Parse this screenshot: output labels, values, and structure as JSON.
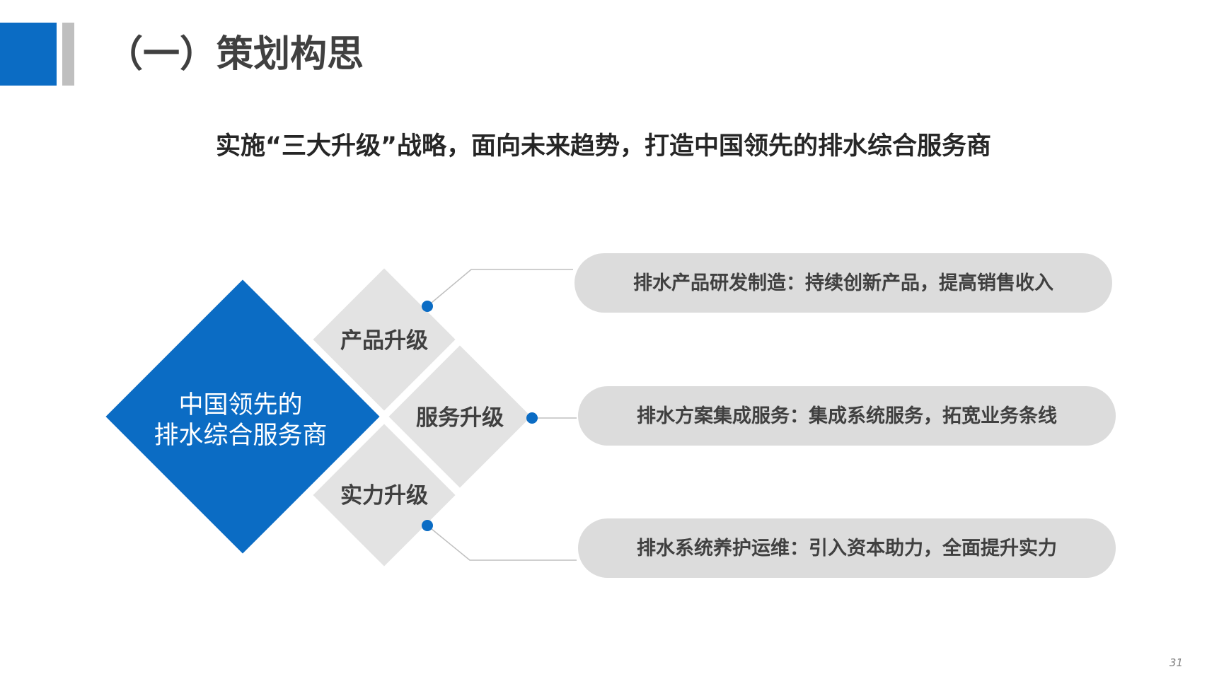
{
  "header": {
    "title": "（一）策划构思",
    "subtitle": "实施“三大升级”战略，面向未来趋势，打造中国领先的排水综合服务商"
  },
  "core": {
    "line1": "中国领先的",
    "line2": "排水综合服务商",
    "color": "#0b6cc4"
  },
  "upgrades": [
    {
      "label": "产品升级",
      "detail": "排水产品研发制造：持续创新产品，提高销售收入"
    },
    {
      "label": "服务升级",
      "detail": "排水方案集成服务：集成系统服务，拓宽业务条线"
    },
    {
      "label": "实力升级",
      "detail": "排水系统养护运维：引入资本助力，全面提升实力"
    }
  ],
  "colors": {
    "accent": "#0b6cc4",
    "tile": "#e3e3e3",
    "pill": "#dcdcdc",
    "connector": "#bfbfbf"
  },
  "page_number": "31"
}
